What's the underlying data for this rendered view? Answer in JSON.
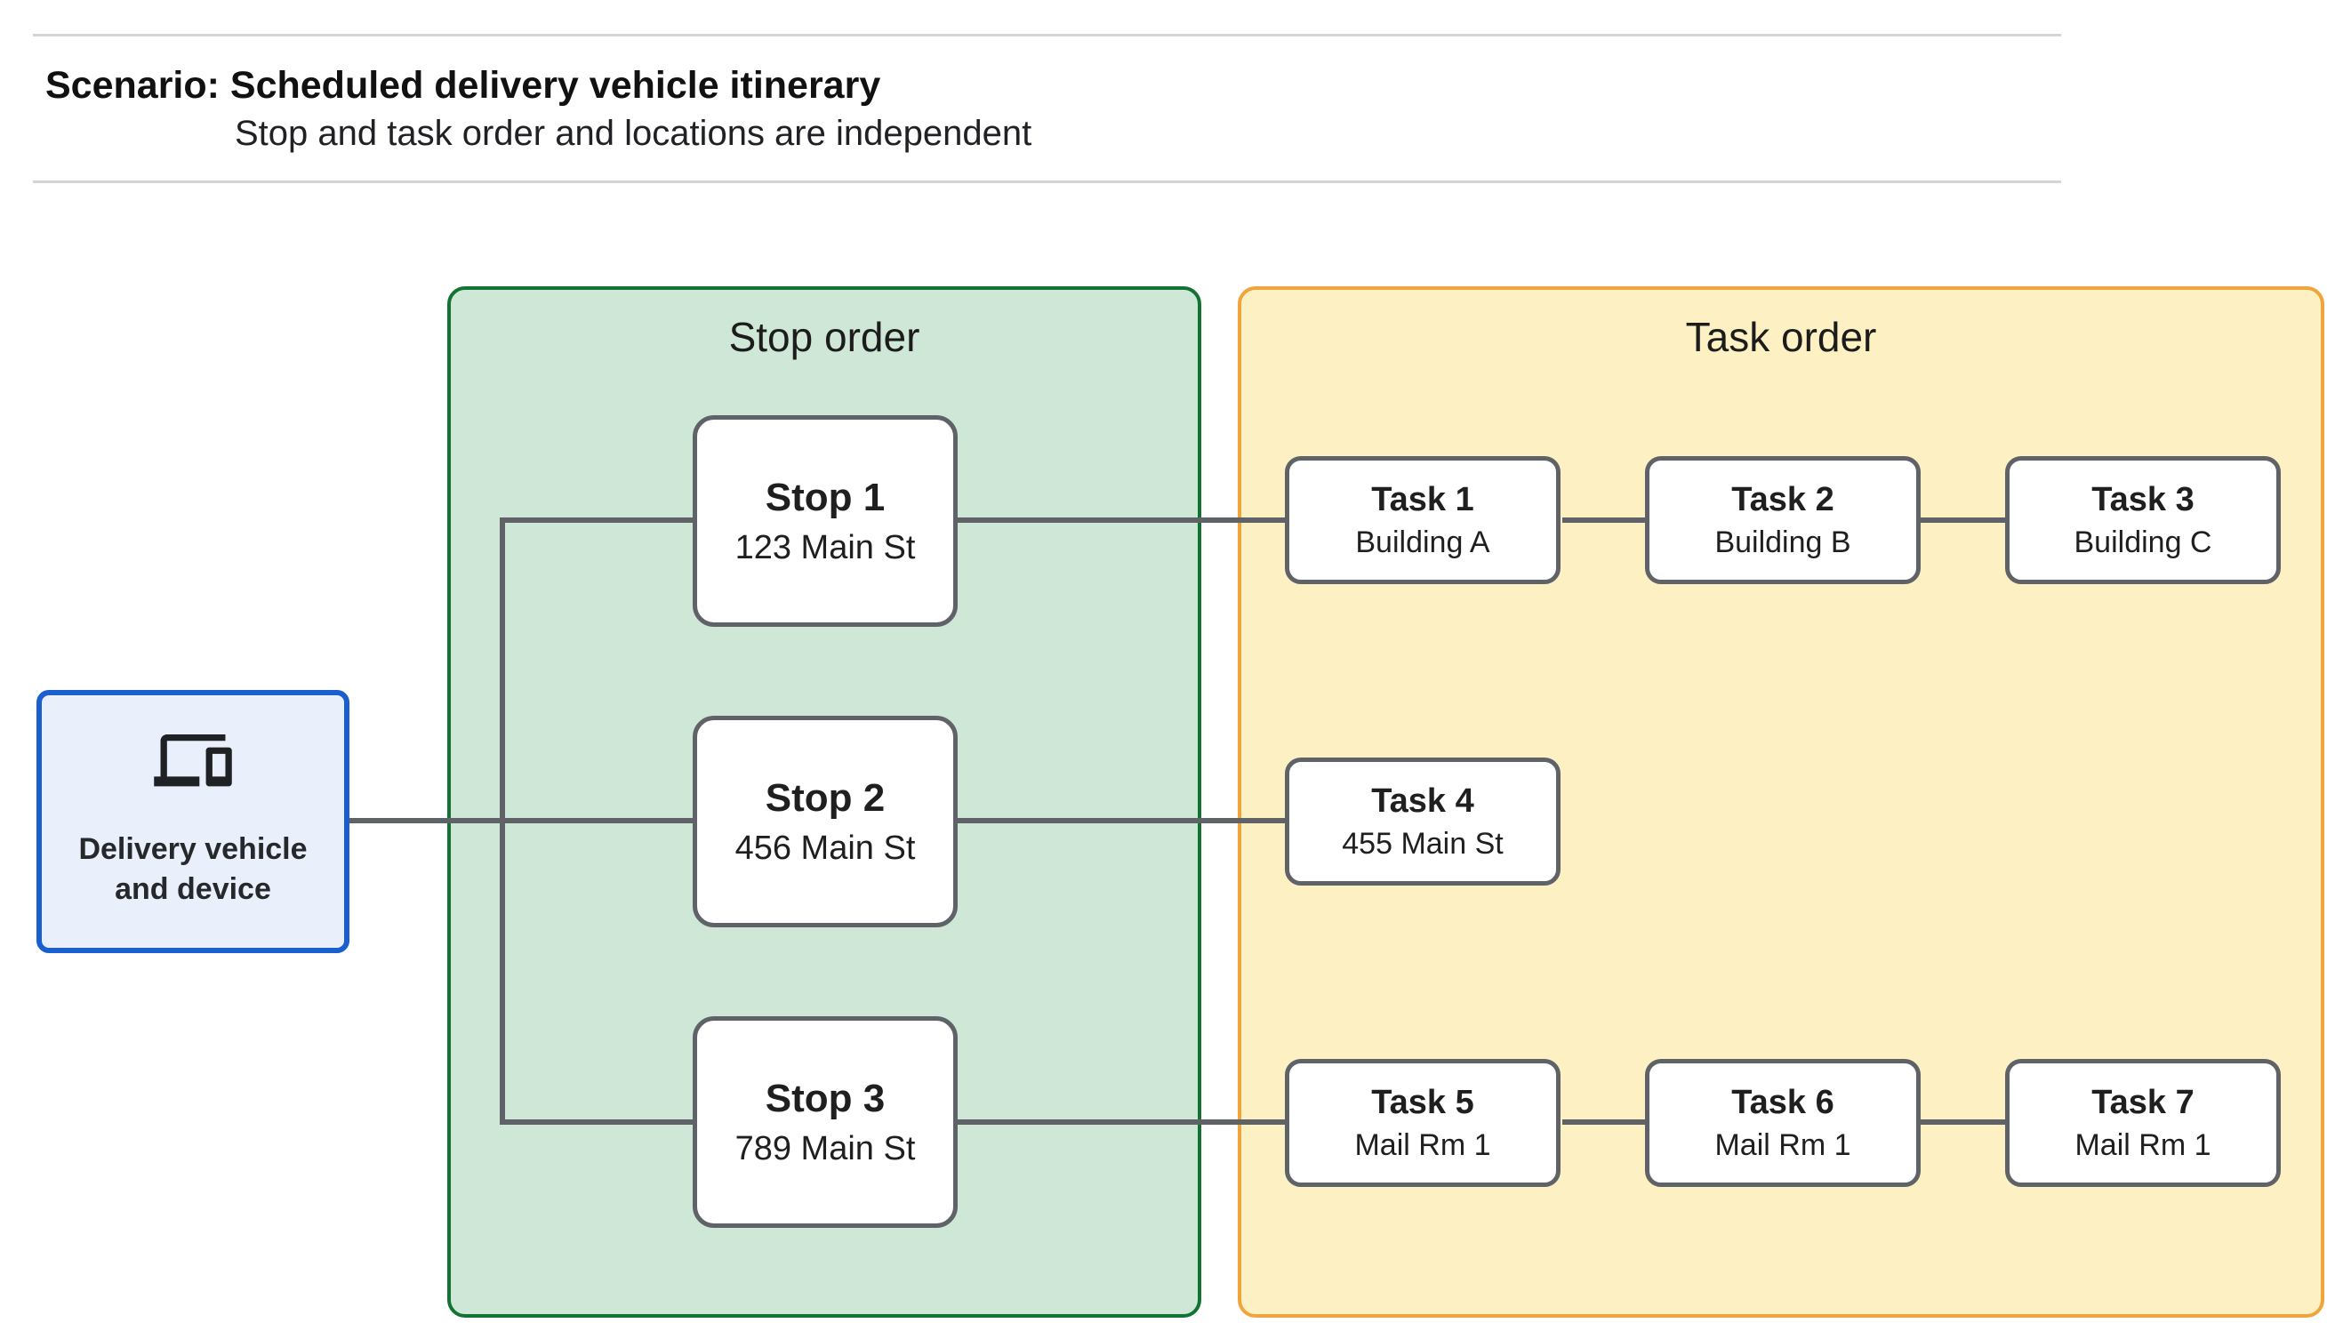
{
  "header": {
    "title": "Scenario: Scheduled delivery vehicle itinerary",
    "subtitle": "Stop and task order and locations are independent"
  },
  "source_node": {
    "label": "Delivery vehicle and device",
    "icon": "devices-icon"
  },
  "stop_panel": {
    "title": "Stop order",
    "fill": "#cfe7d6",
    "border": "#137333",
    "stops": [
      {
        "name": "Stop 1",
        "location": "123 Main St"
      },
      {
        "name": "Stop 2",
        "location": "456 Main St"
      },
      {
        "name": "Stop 3",
        "location": "789 Main St"
      }
    ]
  },
  "task_panel": {
    "title": "Task order",
    "fill": "#fdf1c4",
    "border": "#f2a43c",
    "tasks": [
      {
        "name": "Task 1",
        "location": "Building A"
      },
      {
        "name": "Task 2",
        "location": "Building B"
      },
      {
        "name": "Task 3",
        "location": "Building C"
      },
      {
        "name": "Task 4",
        "location": "455 Main St"
      },
      {
        "name": "Task 5",
        "location": "Mail Rm 1"
      },
      {
        "name": "Task 6",
        "location": "Mail Rm 1"
      },
      {
        "name": "Task 7",
        "location": "Mail Rm 1"
      }
    ]
  },
  "colors": {
    "source_border": "#1a5fd0",
    "source_fill": "#e9effb",
    "connector": "#5f6368",
    "node_border": "#5f6368",
    "divider": "#d4d4d4"
  }
}
